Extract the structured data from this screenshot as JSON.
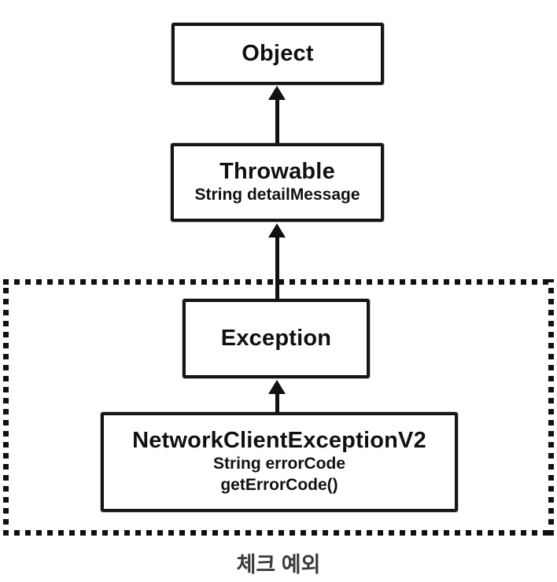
{
  "diagram": {
    "caption": "체크 예외",
    "nodes": {
      "object": {
        "title": "Object"
      },
      "throwable": {
        "title": "Throwable",
        "fields": [
          "String detailMessage"
        ]
      },
      "exception": {
        "title": "Exception"
      },
      "network_client_exception_v2": {
        "title": "NetworkClientExceptionV2",
        "fields": [
          "String errorCode",
          "getErrorCode()"
        ]
      }
    },
    "colors": {
      "node_border": "#151515",
      "node_background": "#ffffff",
      "arrow": "#111111",
      "dotted_region_border": "#111111",
      "caption_text": "#3b3b3b",
      "page_background": "#ffffff"
    }
  }
}
